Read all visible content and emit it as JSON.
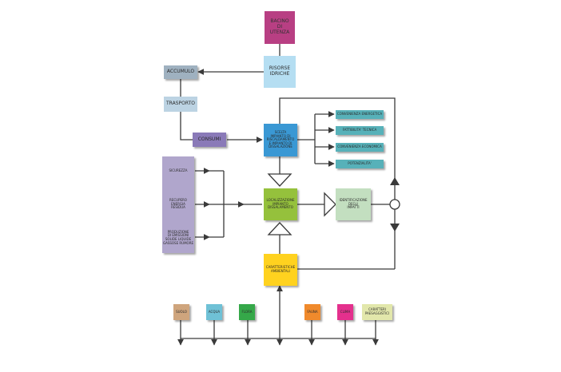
{
  "colors": {
    "bacino": "#b83f83",
    "risorse": "#b5def2",
    "accumulo": "#9fb1c0",
    "trasporto": "#bcd3e3",
    "consumi": "#8a7ab8",
    "scelta": "#3a98d4",
    "criteria": "#57b1b9",
    "factors_panel": "#b0a6cc",
    "localizzazione": "#95c13c",
    "identificazione": "#c3dfc0",
    "caratteristiche": "#ffd21f",
    "suolo": "#cfa57d",
    "acqua": "#6fc1d6",
    "flora": "#35a849",
    "fauna": "#f08a2c",
    "clima": "#e4308d",
    "paesaggistici": "#e2e7ab",
    "line": "#3a3a3a"
  },
  "nodes": {
    "bacino": [
      "BACINO",
      "DI",
      "UTENZA"
    ],
    "risorse": [
      "RISORSE",
      "IDRICHE"
    ],
    "accumulo": "ACCUMULO",
    "trasporto": "TRASPORTO",
    "consumi": "CONSUMI",
    "scelta": [
      "SCELTA",
      "IMPIANTO DI",
      "RISCALDAMENTO",
      "E IMPIANTO DI",
      "DISSALAZIONE"
    ],
    "criteria": [
      "CONVENIENZA ENERGETICA",
      "FATTIBILITA' TECNICA",
      "CONVENIENZA ECONOMICA",
      "POTENZIALITA'"
    ],
    "factors": {
      "sicurezza": "SICUREZZA",
      "recupero": [
        "RECUPERO",
        "ENERGIA",
        "RESIDUA"
      ],
      "produzione": [
        "PRODUZIONE",
        "DI EMISSIONI",
        "SOLIDE LIQUIDE",
        "GASSOSE RUMORE"
      ]
    },
    "localizzazione": [
      "LOCALIZZAZIONE",
      "IMPIANTO",
      "DISSALAMENTO"
    ],
    "identificazione": [
      "IDENTIFICAZIONE",
      "DEGLI",
      "IMPATTI"
    ],
    "caratteristiche": [
      "CARATTERISTICHE",
      "AMBIENTALI"
    ],
    "environment": [
      "SUOLO",
      "ACQUA",
      "FLORA",
      "FAUNA",
      "CLIMA",
      [
        "CARATTERI",
        "PAESAGGISTICI"
      ]
    ]
  }
}
